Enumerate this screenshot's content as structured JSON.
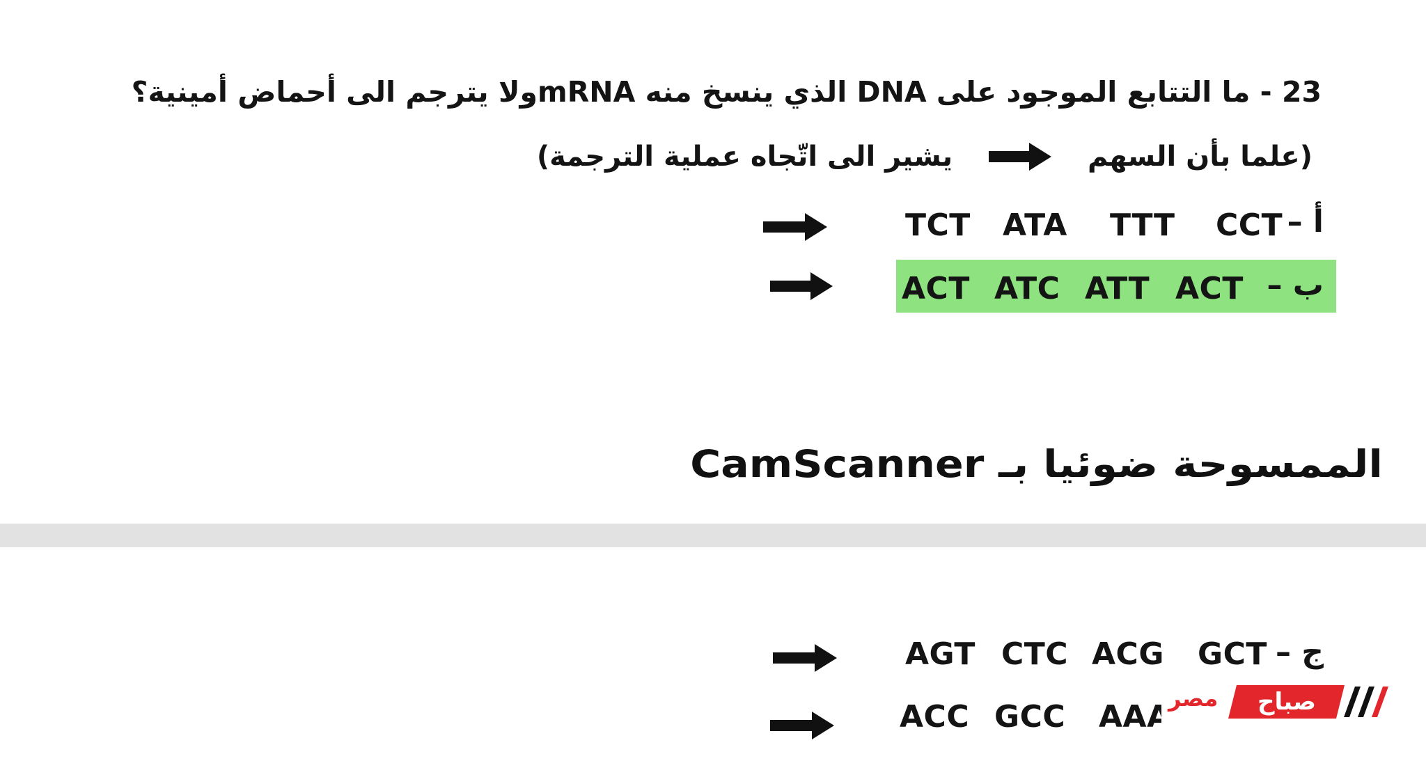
{
  "question": {
    "line1": "23 - ما التتابع الموجود على DNA الذي ينسخ منه mRNAولا يترجم الى أحماض أمينية؟",
    "line2_start": "(علما بأن السهم",
    "line2_end": "يشير الى اتّجاه عملية الترجمة)"
  },
  "options": [
    {
      "label": "أ –",
      "codons": [
        "CCT",
        "TTT",
        "ATA",
        "TCT"
      ],
      "highlighted": false
    },
    {
      "label": "ب –",
      "codons": [
        "ACT",
        "ATT",
        "ATC",
        "ACT"
      ],
      "highlighted": true
    },
    {
      "label": "ج –",
      "codons": [
        "GCT",
        "ACG",
        "CTC",
        "AGT"
      ],
      "highlighted": false
    },
    {
      "label": "",
      "codons": [
        "AAA",
        "GCC",
        "ACC"
      ],
      "highlighted": false
    }
  ],
  "footer": {
    "scanner_text": "الممسوحة ضوئيا بـ CamScanner"
  },
  "logo": {
    "word1": "صباح",
    "word2": "مصر",
    "brand_color": "#e3262c"
  },
  "colors": {
    "highlight": "#8ee27f",
    "divider": "#e2e2e2"
  }
}
